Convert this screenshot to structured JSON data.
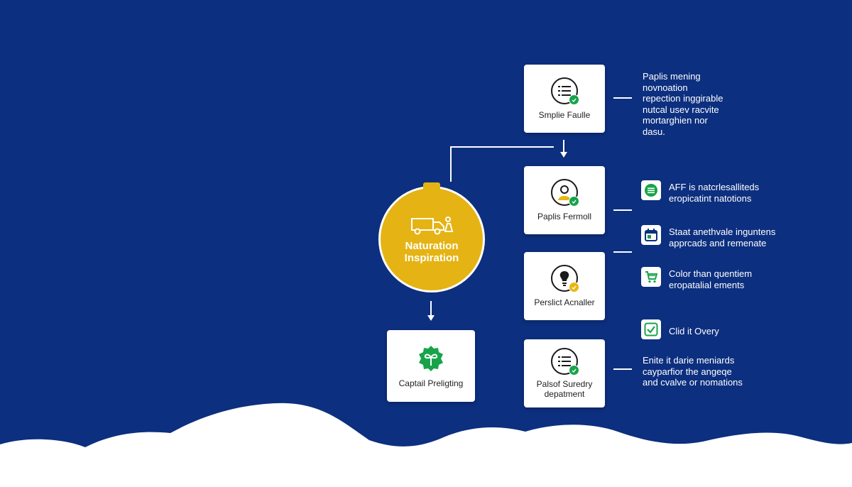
{
  "colors": {
    "background": "#0c2f7f",
    "hub": "#e5b313",
    "card": "#ffffff",
    "badge_green": "#18a34a",
    "badge_gold": "#e8b60f"
  },
  "hub": {
    "title_line1": "Naturation",
    "title_line2": "Inspiration",
    "icon": "van-icon"
  },
  "bottom_card": {
    "label": "Captail Preligting",
    "icon": "plant-badge-icon"
  },
  "cards": [
    {
      "label": "Smplie Faulle",
      "icon": "list-icon",
      "badge": "check"
    },
    {
      "label": "Paplis Fermoll",
      "icon": "person-icon",
      "badge": "check"
    },
    {
      "label": "Perslict Acnaller",
      "icon": "lightbulb-icon",
      "badge": "gold"
    },
    {
      "label_line1": "Palsof Suredry",
      "label_line2": "depatment",
      "icon": "list-icon",
      "badge": "check"
    }
  ],
  "descriptions": {
    "top": [
      "Paplis mening",
      "novnoation",
      "repection inggirable",
      "nutcal usev racvite",
      "mortarghien nor",
      "dasu."
    ],
    "bottom": [
      "Enite it darie meniards",
      "cayparfior the angeqe",
      "and cvalve or nomations"
    ]
  },
  "features": [
    {
      "icon": "circle-lines-icon",
      "lines": [
        "AFF is natcrlesalliteds",
        "eropicatint natotions"
      ]
    },
    {
      "icon": "calendar-icon",
      "lines": [
        "Staat anethvale inguntens",
        "apprcads and remenate"
      ]
    },
    {
      "icon": "cart-icon",
      "lines": [
        "Color than quentiem",
        "eropatalial ements"
      ]
    },
    {
      "icon": "checkbox-icon",
      "lines": [
        "Clid it Overy"
      ]
    }
  ]
}
